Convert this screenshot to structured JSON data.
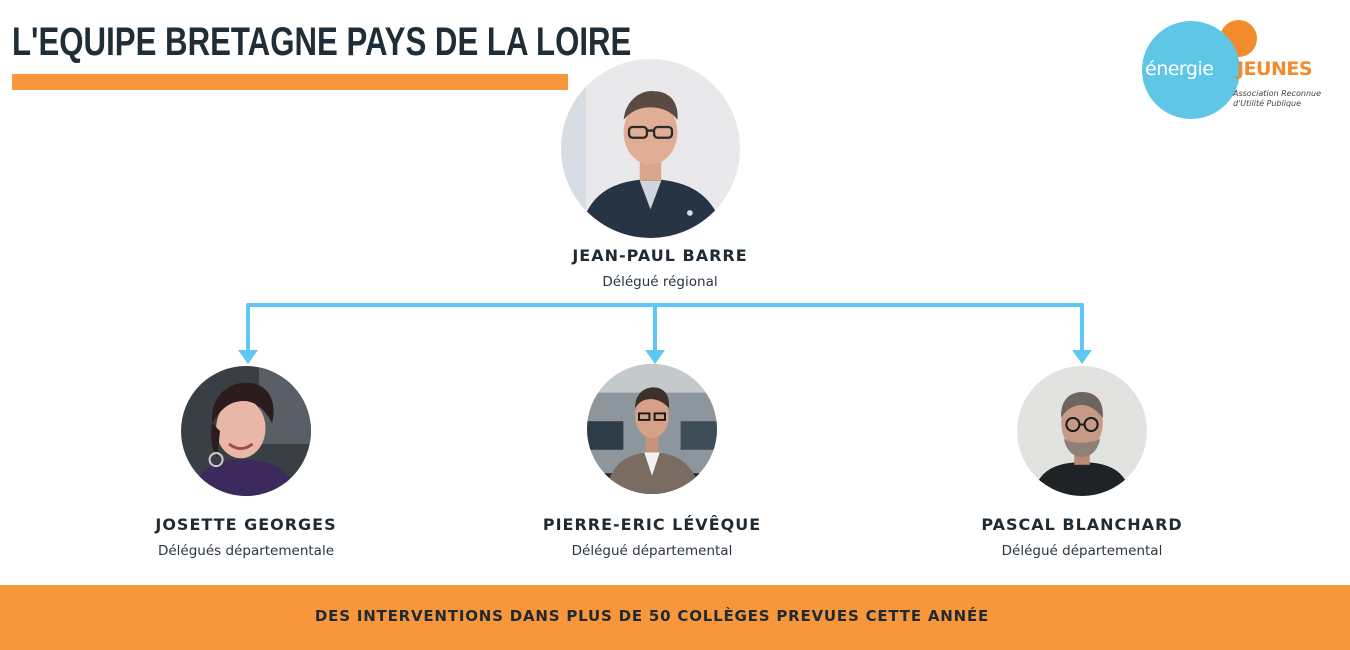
{
  "header": {
    "title": "L'EQUIPE BRETAGNE PAYS DE LA LOIRE"
  },
  "logo": {
    "energie": "énergie",
    "jeunes": "JEUNES",
    "subtitle_line1": "Association Reconnue",
    "subtitle_line2": "d'Utilité Publique",
    "colors": {
      "blue": "#5fc6e6",
      "orange": "#f28a2e"
    }
  },
  "org_chart": {
    "root": {
      "name": "JEAN-PAUL BARRE",
      "role": "Délégué régional"
    },
    "children": [
      {
        "name": "JOSETTE GEORGES",
        "role": "Délégués départementale"
      },
      {
        "name": "PIERRE-ERIC LÉVÊQUE",
        "role": "Délégué départemental"
      },
      {
        "name": "PASCAL BLANCHARD",
        "role": "Délégué départemental"
      }
    ],
    "connector_color": "#5ec8f2"
  },
  "footer": {
    "text": "DES INTERVENTIONS DANS PLUS DE 50 COLLÈGES PREVUES CETTE ANNÉE"
  },
  "colors": {
    "accent_orange": "#f7963a",
    "text_dark": "#1f2a33"
  }
}
